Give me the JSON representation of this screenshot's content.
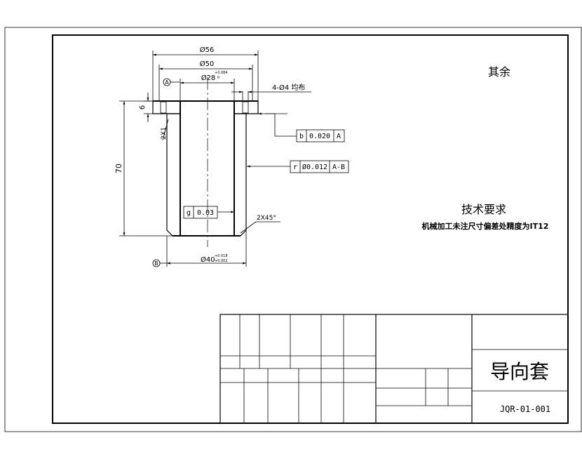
{
  "drawing": {
    "surface_note": "其余",
    "tech_title": "技术要求",
    "tech_text": "机械加工未注尺寸偏差处精度为IT12",
    "part_name": "导向套",
    "drawing_no": "JQR-01-001"
  },
  "dimensions": {
    "d56": "Ø56",
    "d50": "Ø50",
    "d28": "Ø28",
    "d28_tol": "+0.084",
    "d28_tol_lower": "0",
    "d40": "Ø40",
    "d40_tol_upper": "+0.018",
    "d40_tol_lower": "+0.002",
    "holes": "4-Ø4 均布",
    "h6": "6",
    "h70": "70",
    "chamfer_2x1": "2X1",
    "chamfer_2x45": "2X45°"
  },
  "datums": {
    "a": "A",
    "b": "B"
  },
  "tolerances": {
    "perp": {
      "symbol": "b",
      "value": "0.020",
      "ref": "A"
    },
    "runout": {
      "symbol": "r",
      "value": "Ø0.012",
      "ref": "A-B"
    },
    "cyl": {
      "symbol": "g",
      "value": "0.03"
    }
  }
}
